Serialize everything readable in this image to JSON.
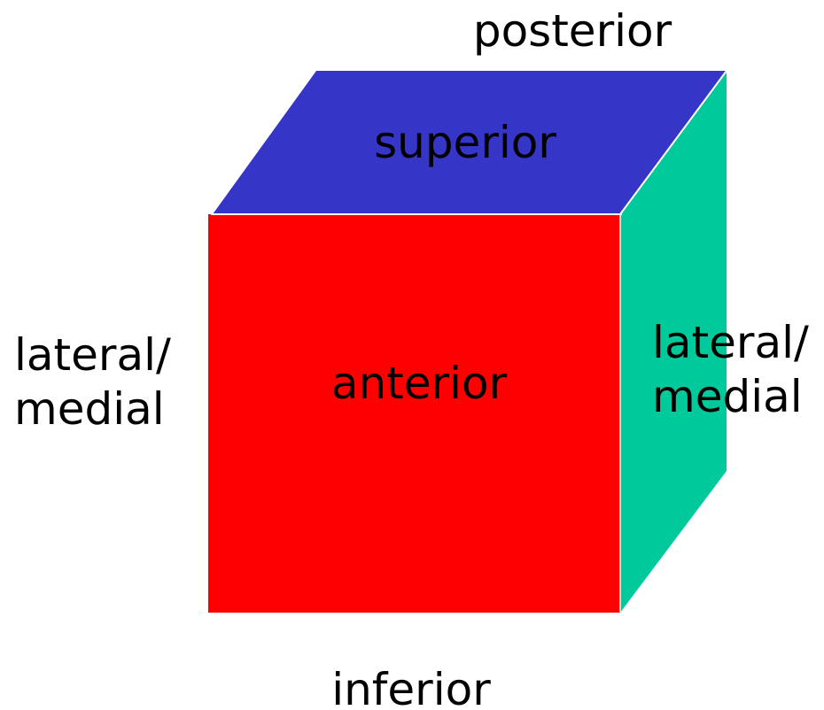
{
  "colors": {
    "anterior_face": "#ff0000",
    "superior_face": "#3535c8",
    "side_face": "#00c99b",
    "edge": "#ffffff",
    "text": "#000000"
  },
  "labels": {
    "posterior": "posterior",
    "superior": "superior",
    "anterior": "anterior",
    "inferior": "inferior",
    "left_side": {
      "line1": "lateral/",
      "line2": "medial"
    },
    "right_side": {
      "line1": "lateral/",
      "line2": "medial"
    }
  }
}
